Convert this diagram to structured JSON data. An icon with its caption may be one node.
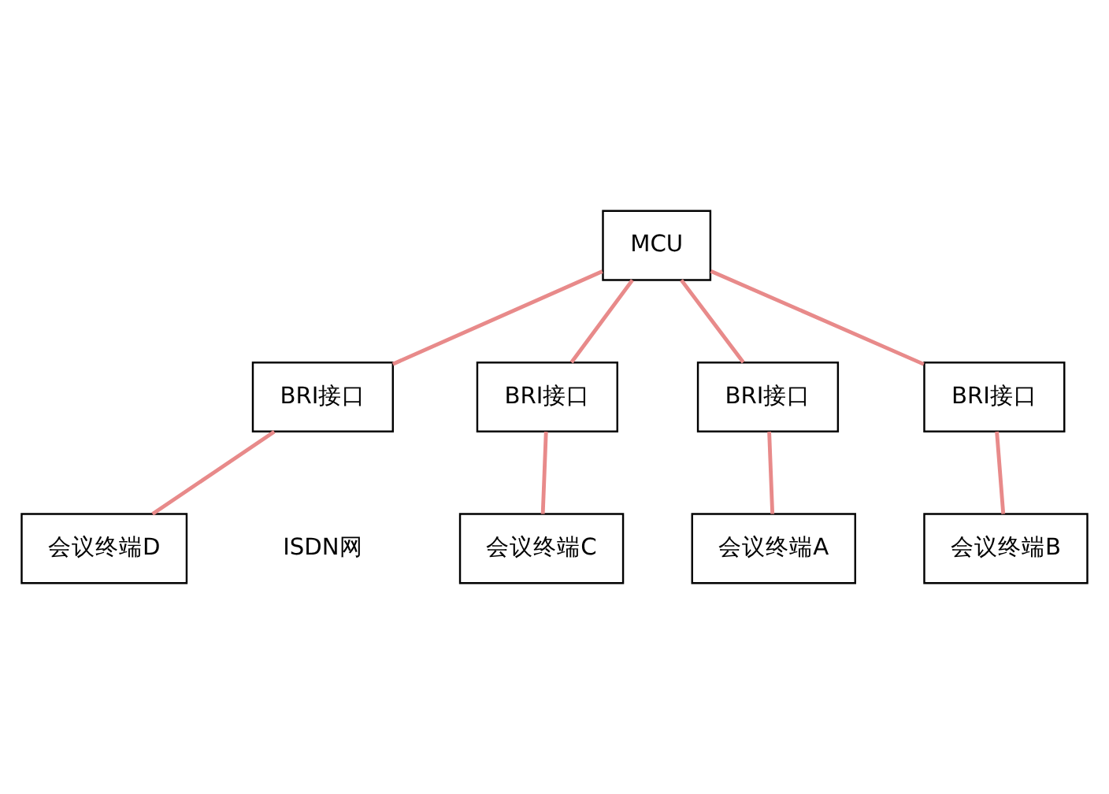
{
  "diagram": {
    "nodes": [
      {
        "text": [
          "BRI接口"
        ]
      },
      {
        "text": [
          "MCU"
        ]
      },
      {
        "text": [
          "BRI接口"
        ]
      },
      {
        "text": [
          "BRI接口"
        ]
      },
      {
        "text": [
          "BRI接口"
        ]
      },
      {
        "text": [
          "会议终端A"
        ]
      },
      {
        "text": [
          "会议终端B"
        ]
      },
      {
        "text": [
          "会议终端C"
        ]
      },
      {
        "text": [
          "会议终端D"
        ]
      }
    ],
    "edges": [
      {
        "from": 1,
        "to": 0,
        "arrow": "none"
      },
      {
        "from": 1,
        "to": 3,
        "arrow": "none"
      },
      {
        "from": 1,
        "to": 4,
        "arrow": "none"
      },
      {
        "from": 1,
        "to": 2,
        "arrow": "none"
      },
      {
        "from": 3,
        "to": 5,
        "arrow": "none"
      },
      {
        "from": 4,
        "to": 6,
        "arrow": "none"
      },
      {
        "from": 2,
        "to": 7,
        "arrow": "none"
      },
      {
        "from": 0,
        "to": 8,
        "arrow": "none"
      }
    ],
    "labels": [
      "ISDN网"
    ]
  }
}
